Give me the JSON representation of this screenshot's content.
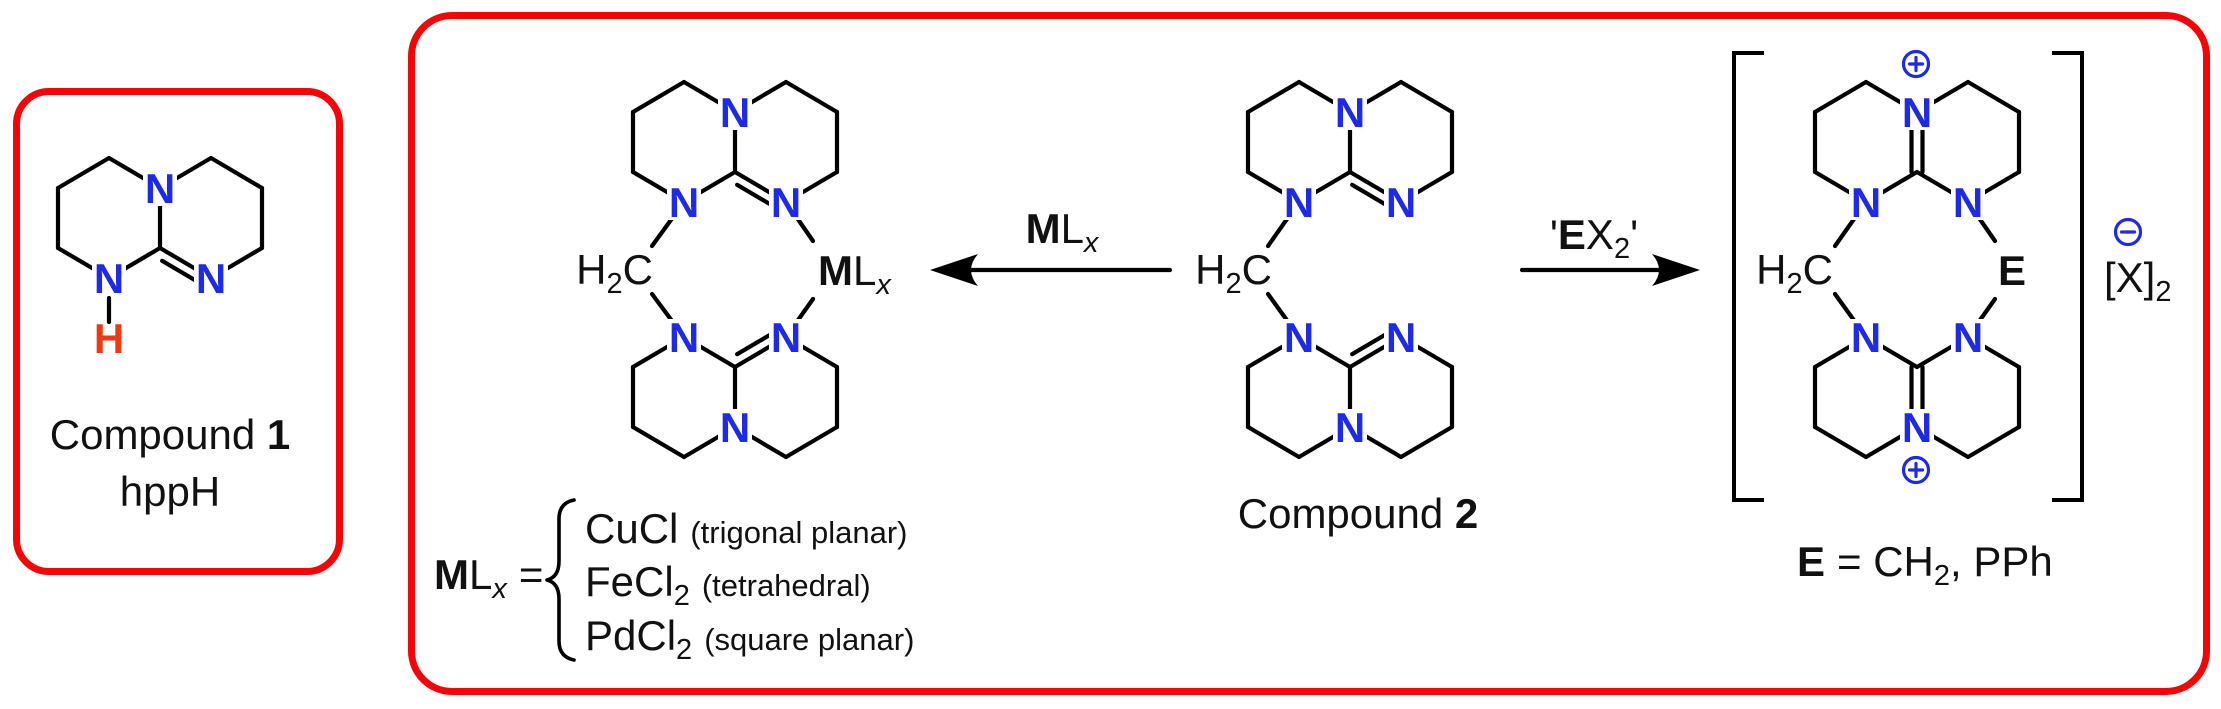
{
  "colors": {
    "box_red": "#f50505",
    "nitrogen_blue": "#1d2be8",
    "hydrogen_red": "#ee3a10",
    "bond_black": "#000000",
    "background": "#ffffff"
  },
  "atoms": {
    "n": "N",
    "h": "H",
    "sub2": "2",
    "c": "C"
  },
  "compound1": {
    "label": "Compound ",
    "number": "1",
    "name": "hppH"
  },
  "compound2": {
    "label": "Compound ",
    "number": "2"
  },
  "ml": {
    "m": "M",
    "l": "L",
    "x": "x"
  },
  "e": {
    "e": "E"
  },
  "arrow_left_label": {
    "m": "M",
    "l": "L",
    "x": "x"
  },
  "arrow_right_label": {
    "open_quote": "'",
    "e": "E",
    "x": "X",
    "sub": "2",
    "close_quote": "'"
  },
  "legend": {
    "m": "M",
    "l": "L",
    "x": "x",
    "equals": "=",
    "items": [
      {
        "formula": "CuCl",
        "sub": "",
        "note": "(trigonal planar)"
      },
      {
        "formula": "FeCl",
        "sub": "2",
        "note": "(tetrahedral)"
      },
      {
        "formula": "PdCl",
        "sub": "2",
        "note": "(square planar)"
      }
    ]
  },
  "counterion": {
    "bracket_x": "[X]",
    "sub": "2"
  },
  "e_definition": {
    "e": "E",
    "mid": "= CH",
    "sub": "2",
    "rest": ", PPh"
  },
  "icons": {
    "plus_charge": "circled-plus-icon",
    "minus_charge": "circled-minus-icon",
    "arrow_left": "left-arrow-icon",
    "arrow_right": "right-arrow-icon"
  }
}
